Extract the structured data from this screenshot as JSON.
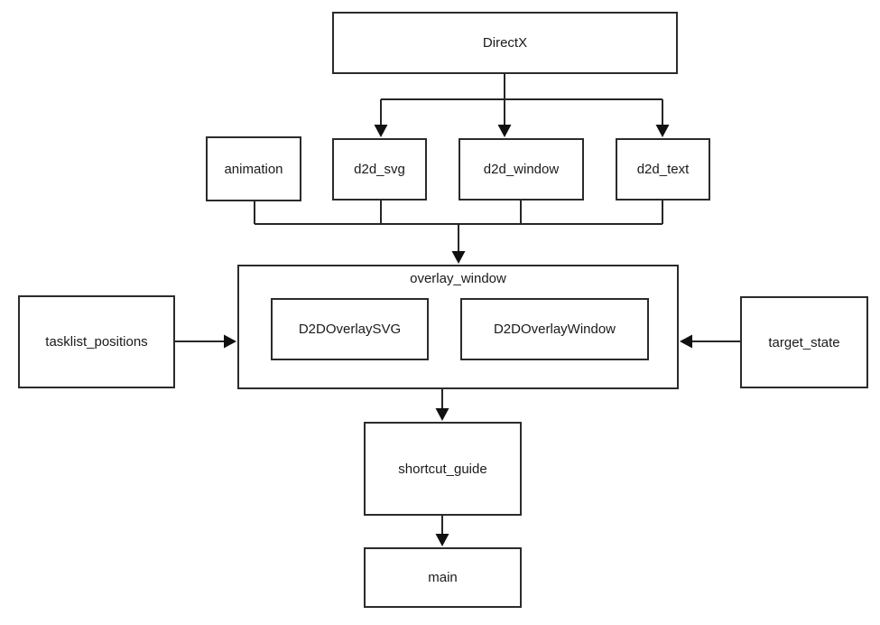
{
  "diagram": {
    "type": "module-dependency-flowchart",
    "colors": {
      "background": "#ffffff",
      "node_fill": "#ffffff",
      "node_border": "#2b2b2b",
      "line": "#262626",
      "arrowhead": "#111111",
      "text": "#1a1a1a"
    },
    "nodes": {
      "directx": {
        "label": "DirectX"
      },
      "animation": {
        "label": "animation"
      },
      "d2d_svg": {
        "label": "d2d_svg"
      },
      "d2d_window": {
        "label": "d2d_window"
      },
      "d2d_text": {
        "label": "d2d_text"
      },
      "overlay_window": {
        "label": "overlay_window"
      },
      "d2d_overlay_svg": {
        "label": "D2DOverlaySVG"
      },
      "d2d_overlay_window": {
        "label": "D2DOverlayWindow"
      },
      "tasklist_positions": {
        "label": "tasklist_positions"
      },
      "target_state": {
        "label": "target_state"
      },
      "shortcut_guide": {
        "label": "shortcut_guide"
      },
      "main": {
        "label": "main"
      }
    },
    "edges": [
      {
        "from": "DirectX",
        "to": "d2d_svg"
      },
      {
        "from": "DirectX",
        "to": "d2d_window"
      },
      {
        "from": "DirectX",
        "to": "d2d_text"
      },
      {
        "from": "animation",
        "to": "overlay_window"
      },
      {
        "from": "d2d_svg",
        "to": "overlay_window"
      },
      {
        "from": "d2d_window",
        "to": "overlay_window"
      },
      {
        "from": "d2d_text",
        "to": "overlay_window"
      },
      {
        "from": "tasklist_positions",
        "to": "overlay_window"
      },
      {
        "from": "target_state",
        "to": "overlay_window"
      },
      {
        "from": "overlay_window",
        "to": "shortcut_guide"
      },
      {
        "from": "shortcut_guide",
        "to": "main"
      }
    ]
  }
}
